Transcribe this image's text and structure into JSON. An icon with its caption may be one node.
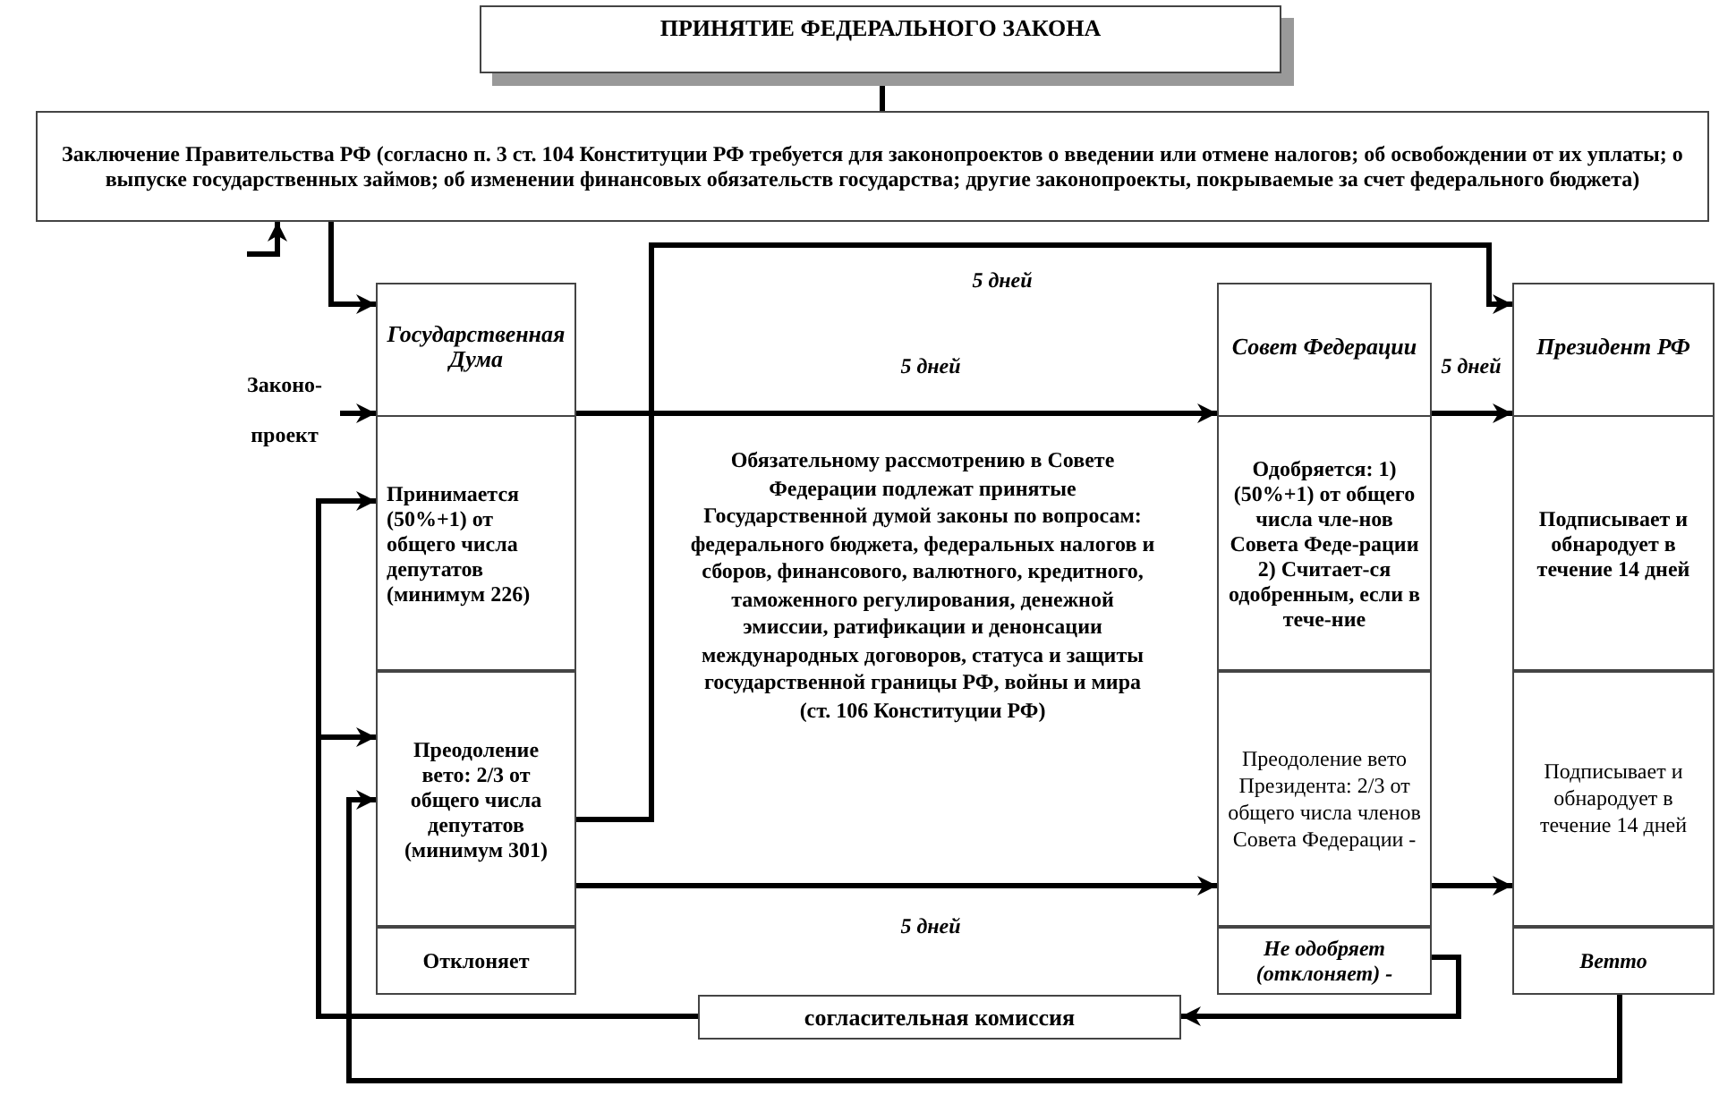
{
  "diagram": {
    "nodes": [
      {
        "text": [
          "ПРИНЯТИЕ ФЕДЕРАЛЬНОГО ЗАКОНА"
        ]
      },
      {
        "text": [
          "Заключение Правительства РФ (согласно п. 3 ст. 104 Конституции РФ требуется для законопроектов о введении или отмене налогов; об освобождении от их уплаты; о выпуске государственных займов; об изменении финансовых обязательств государства; другие законопроекты, покрываемые за счет федерального бюджета)"
        ]
      },
      {
        "text": [
          "Государственная Дума"
        ]
      },
      {
        "text": [
          "Принимается (50%+1) от общего числа депутатов (минимум 226)"
        ],
        "in": 2
      },
      {
        "text": [
          "Преодоление вето: 2/3 от общего числа депутатов (минимум 301)"
        ],
        "in": 2
      },
      {
        "text": [
          "Отклоняет"
        ],
        "in": 2
      },
      {
        "text": [
          "Совет Федерации"
        ]
      },
      {
        "text": [
          "Одобряется: 1)(50%+1) от общего числа чле-нов Совета Феде-рации 2) Считает-ся одобренным, если в тече-ние"
        ],
        "in": 6
      },
      {
        "text": [
          "Преодоление вето Президента: 2/3 от общего числа членов Совета Федерации -"
        ],
        "in": 6
      },
      {
        "text": [
          "Не одобряет (отклоняет) -"
        ],
        "in": 6
      },
      {
        "text": [
          "Президент РФ"
        ]
      },
      {
        "text": [
          "Подписывает и обнародует в течение 14 дней"
        ],
        "in": 10
      },
      {
        "text": [
          "Подписывает и обнародует в течение 14 дней"
        ],
        "in": 10
      },
      {
        "text": [
          "Ветто"
        ],
        "in": 10
      },
      {
        "text": [
          "согласительная комиссия"
        ]
      },
      {
        "text": [
          "Законо- проект"
        ]
      }
    ],
    "edges": [
      {
        "from": 0,
        "to": 1,
        "arrow": "none"
      },
      {
        "from": null,
        "to": 1,
        "arrow": "to"
      },
      {
        "from": 1,
        "to": 2,
        "arrow": "to"
      },
      {
        "from": 15,
        "to": 2,
        "arrow": "to"
      },
      {
        "from": 2,
        "to": 6,
        "label": "5 дней",
        "arrow": "to"
      },
      {
        "from": 6,
        "to": 10,
        "label": "5 дней",
        "arrow": "to"
      },
      {
        "from": 4,
        "to": 10,
        "label": "5 дней",
        "arrow": "to"
      },
      {
        "from": 4,
        "to": 8,
        "label": "5 дней",
        "arrow": "to"
      },
      {
        "from": 8,
        "to": 12,
        "arrow": "to"
      },
      {
        "from": 9,
        "to": 14,
        "arrow": "to"
      },
      {
        "from": 14,
        "to": 3,
        "arrow": "to"
      },
      {
        "from": 14,
        "to": 4,
        "arrow": "to"
      },
      {
        "from": 13,
        "to": 4,
        "arrow": "to"
      }
    ],
    "labels": [
      "Обязательному рассмотрению в Совете Федерации подлежат принятые Государственной думой законы по вопросам: федерального бюджета, федеральных налогов и сборов, финансового, валютного, кредитного, таможенного регулирования, денежной эмиссии, ратификации и денонсации международных договоров, статуса и защиты государственной границы РФ, войны и мира (ст. 106 Конституции РФ)"
    ]
  }
}
